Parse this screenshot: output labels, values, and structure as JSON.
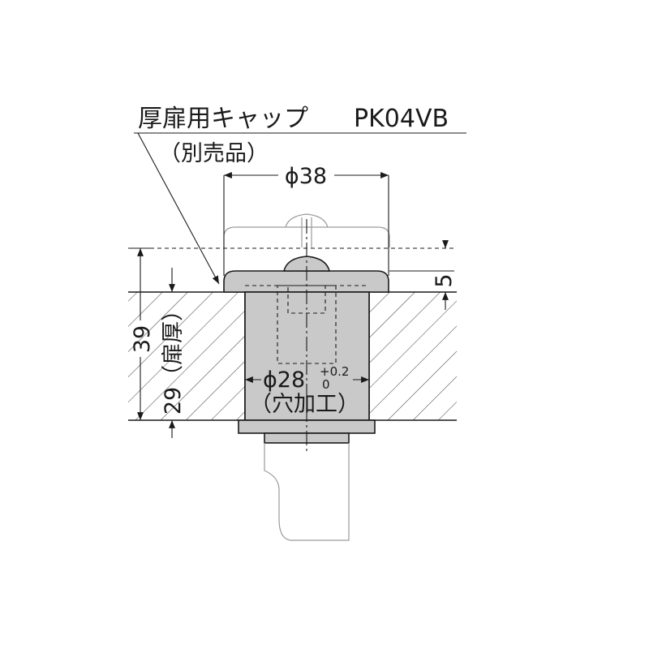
{
  "callout": {
    "part_name": "厚扉用キャップ",
    "part_code": "PK04VB",
    "note": "（別売品）"
  },
  "dimensions": {
    "cap_diameter": "ϕ38",
    "hole_diameter": "ϕ28",
    "hole_tol_upper": "+0.2",
    "hole_tol_lower": "0",
    "hole_note": "（穴加工）",
    "cap_height": "5",
    "total_height": "39",
    "door_thickness": "29（扉厚）"
  },
  "colors": {
    "line": "#1a1a1a",
    "part_fill": "#c9c9c9",
    "ghost_line": "#9a9a9a"
  }
}
